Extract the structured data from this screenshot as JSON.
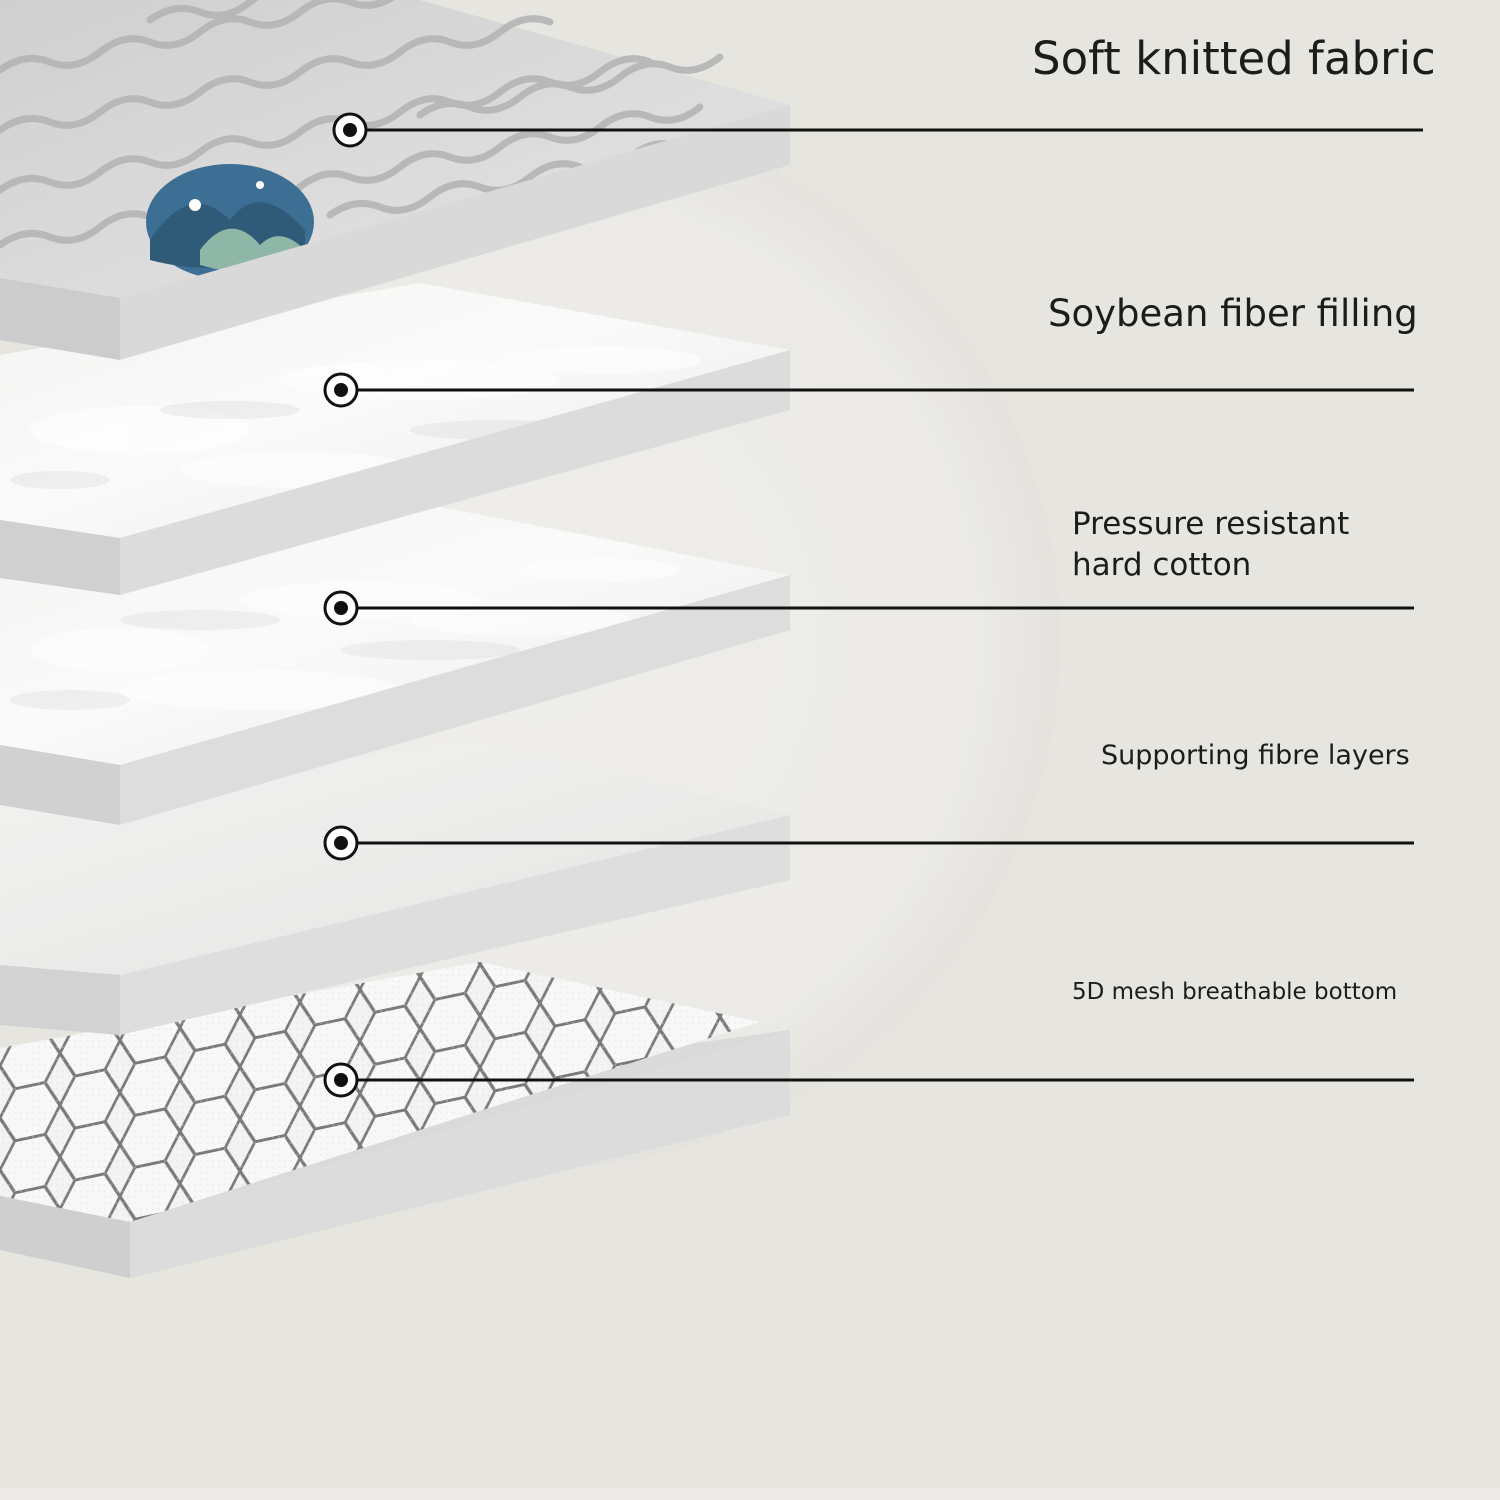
{
  "colors": {
    "background": "#e7e5e0",
    "circle_highlight": "#f1f0ec",
    "layer_side": "#dcdcdc",
    "marker": "#111111",
    "badge_blue": "#3d6f94"
  },
  "layers": [
    {
      "name": "Soft knitted fabric",
      "pattern": "quilted-waves"
    },
    {
      "name": "Soybean fiber filling",
      "pattern": "fluffy-fiber"
    },
    {
      "name_lines": [
        "Pressure resistant",
        "hard cotton"
      ],
      "pattern": "fluffy-fiber"
    },
    {
      "name": "Supporting fibre layers",
      "pattern": "smooth"
    },
    {
      "name": "5D mesh breathable bottom",
      "pattern": "hexagon-mesh"
    }
  ],
  "icons": [
    "callout-marker-icon"
  ]
}
